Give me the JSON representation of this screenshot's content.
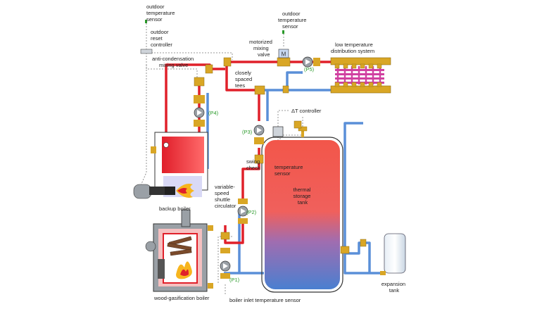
{
  "labels": {
    "outdoor_sensor_left": [
      "outdoor",
      "temperature",
      "sensor"
    ],
    "outdoor_reset_controller": [
      "outdoor",
      "reset",
      "controller"
    ],
    "anti_condensation_valve": [
      "anti-condensation",
      "mixing valve"
    ],
    "outdoor_sensor_right": [
      "outdoor",
      "temperature",
      "sensor"
    ],
    "motorized_mixing_valve": [
      "motorized",
      "mixing",
      "valve"
    ],
    "low_temp_distribution": [
      "low temperature",
      "distribution system"
    ],
    "closely_spaced_tees": [
      "closely",
      "spaced",
      "tees"
    ],
    "delta_t_controller": "ΔT controller",
    "swing_check": [
      "swing",
      "check"
    ],
    "temperature_sensor": [
      "temperature",
      "sensor"
    ],
    "thermal_storage_tank": [
      "thermal",
      "storage",
      "tank"
    ],
    "variable_speed_circulator": [
      "variable-",
      "speed",
      "shuttle",
      "circulator"
    ],
    "backup_boiler": "backup boiler",
    "wood_gasification_boiler": "wood-gasification boiler",
    "boiler_inlet_sensor": "boiler inlet temperature sensor",
    "expansion_tank": [
      "expansion",
      "tank"
    ],
    "valve_letter": "M"
  },
  "pumps": {
    "p1": "(P1)",
    "p2": "(P2)",
    "p3": "(P3)",
    "p4": "(P4)",
    "p5": "(P5)"
  },
  "colors": {
    "hot_pipe": "#e0202a",
    "cool_pipe": "#5a8fd8",
    "brass": "#d9a625",
    "pump_gray": "#9aa0a6",
    "tank_top": "#f2564a",
    "tank_bottom": "#4a7fd0",
    "flame": "#f7b51e",
    "label_green": "#2a9a2a"
  }
}
